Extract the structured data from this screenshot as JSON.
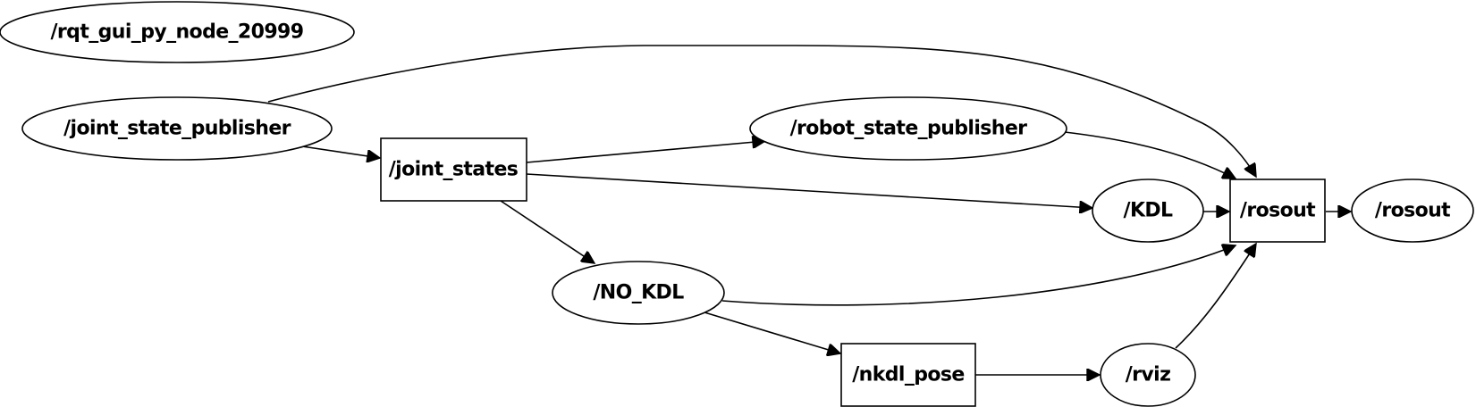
{
  "graph": {
    "nodes": [
      {
        "id": "rqt_gui",
        "label": "/rqt_gui_py_node_20999",
        "shape": "ellipse"
      },
      {
        "id": "jsp",
        "label": "/joint_state_publisher",
        "shape": "ellipse"
      },
      {
        "id": "joint_states",
        "label": "/joint_states",
        "shape": "box"
      },
      {
        "id": "rsp",
        "label": "/robot_state_publisher",
        "shape": "ellipse"
      },
      {
        "id": "kdl",
        "label": "/KDL",
        "shape": "ellipse"
      },
      {
        "id": "rosout_topic",
        "label": "/rosout",
        "shape": "box"
      },
      {
        "id": "rosout_node",
        "label": "/rosout",
        "shape": "ellipse"
      },
      {
        "id": "no_kdl",
        "label": "/NO_KDL",
        "shape": "ellipse"
      },
      {
        "id": "nkdl_pose",
        "label": "/nkdl_pose",
        "shape": "box"
      },
      {
        "id": "rviz",
        "label": "/rviz",
        "shape": "ellipse"
      }
    ],
    "edges": [
      {
        "from": "jsp",
        "to": "rosout_topic"
      },
      {
        "from": "jsp",
        "to": "joint_states"
      },
      {
        "from": "joint_states",
        "to": "rsp"
      },
      {
        "from": "joint_states",
        "to": "kdl"
      },
      {
        "from": "joint_states",
        "to": "no_kdl"
      },
      {
        "from": "rsp",
        "to": "rosout_topic"
      },
      {
        "from": "kdl",
        "to": "rosout_topic"
      },
      {
        "from": "rosout_topic",
        "to": "rosout_node"
      },
      {
        "from": "no_kdl",
        "to": "rosout_topic"
      },
      {
        "from": "no_kdl",
        "to": "nkdl_pose"
      },
      {
        "from": "nkdl_pose",
        "to": "rviz"
      },
      {
        "from": "rviz",
        "to": "rosout_topic"
      }
    ]
  }
}
